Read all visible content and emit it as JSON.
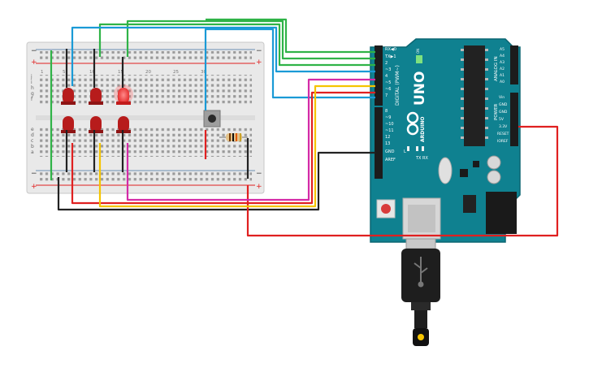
{
  "breadboard": {
    "rail_top_minus": "−",
    "rail_top_plus": "+",
    "rail_bottom_minus": "−",
    "rail_bottom_plus": "+",
    "col_numbers": [
      "1",
      "5",
      "10",
      "15",
      "20",
      "25",
      "30"
    ],
    "row_letters_top": [
      "j",
      "i",
      "h",
      "g",
      "f"
    ],
    "row_letters_bottom": [
      "e",
      "d",
      "c",
      "b",
      "a"
    ]
  },
  "arduino": {
    "model": "UNO",
    "brand": "ARDUINO",
    "digital_label": "DIGITAL (PWM~)",
    "analog_label": "ANALOG IN",
    "power_label": "POWER",
    "on_label": "ON",
    "tx_label": "TX",
    "rx_label": "RX",
    "l_label": "L",
    "digital_pins": [
      "AREF",
      "GND",
      "13",
      "12",
      "~11",
      "~10",
      "~9",
      "8",
      "7",
      "~6",
      "~5",
      "4",
      "~3",
      "2",
      "TX▶1",
      "RX◀0"
    ],
    "power_pins": [
      "IOREF",
      "RESET",
      "3.3V",
      "5V",
      "GND",
      "GND",
      "Vin"
    ],
    "analog_pins": [
      "A0",
      "A1",
      "A2",
      "A3",
      "A4",
      "A5"
    ]
  },
  "colors": {
    "wire_green": "#2fb347",
    "wire_blue": "#1a9ad6",
    "wire_red": "#e02020",
    "wire_black": "#222222",
    "wire_yellow": "#f5c400",
    "wire_magenta": "#d42aa7",
    "board_teal": "#11808f",
    "led_red": "#b71c1c",
    "led_lit": "#ff3b3b"
  }
}
